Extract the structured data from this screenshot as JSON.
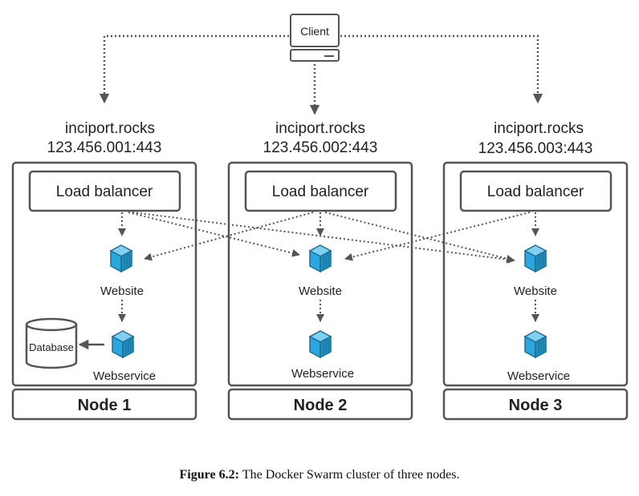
{
  "client": {
    "label": "Client"
  },
  "nodes": [
    {
      "host": "inciport.rocks",
      "address": "123.456.001:443",
      "load_balancer": "Load balancer",
      "website": "Website",
      "webservice": "Webservice",
      "database": "Database",
      "name": "Node 1"
    },
    {
      "host": "inciport.rocks",
      "address": "123.456.002:443",
      "load_balancer": "Load balancer",
      "website": "Website",
      "webservice": "Webservice",
      "name": "Node 2"
    },
    {
      "host": "inciport.rocks",
      "address": "123.456.003:443",
      "load_balancer": "Load balancer",
      "website": "Website",
      "webservice": "Webservice",
      "name": "Node 3"
    }
  ],
  "caption": {
    "label": "Figure 6.2:",
    "text": "The Docker Swarm cluster of three nodes."
  },
  "colors": {
    "container": "#29a8e0",
    "container_dark": "#1f6f93",
    "container_light": "#7fd0f2",
    "line": "#555555",
    "border": "#555555"
  }
}
